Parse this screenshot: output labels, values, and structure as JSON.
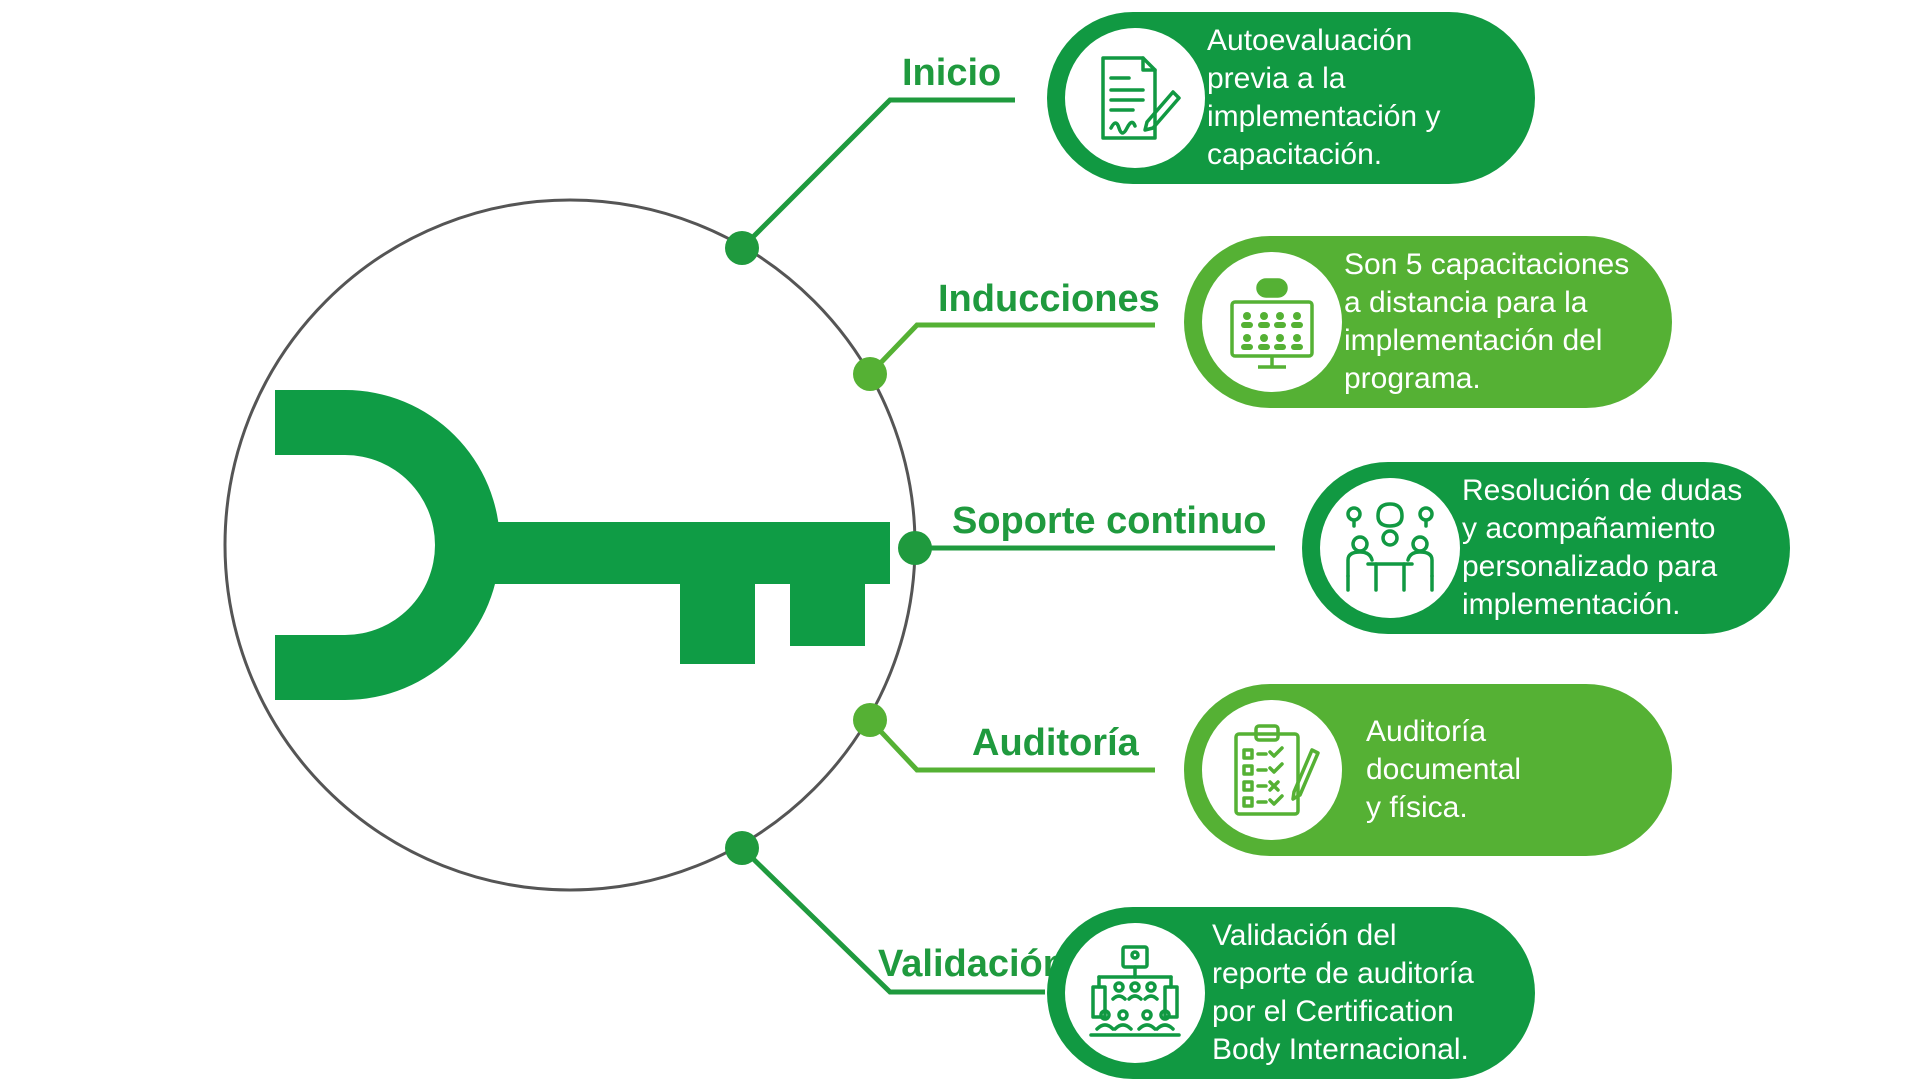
{
  "colors": {
    "dark_green": "#119942",
    "light_green": "#55b134",
    "key_green": "#0f9c45",
    "circle_stroke": "#555555"
  },
  "diagram": {
    "steps": [
      {
        "label": "Inicio",
        "description": "Autoevaluación\nprevia a la\nimplementación y\ncapacitación.",
        "icon": "document-signature-icon"
      },
      {
        "label": "Inducciones",
        "description": "Son 5 capacitaciones\na distancia para la\nimplementación del\nprograma.",
        "icon": "video-conference-icon"
      },
      {
        "label": "Soporte continuo",
        "description": "Resolución de dudas\ny acompañamiento\npersonalizado para\nimplementación.",
        "icon": "team-meeting-icon"
      },
      {
        "label": "Auditoría",
        "description": "Auditoría\ndocumental\ny física.",
        "icon": "checklist-clipboard-icon"
      },
      {
        "label": "Validación",
        "description": "Validación del\nreporte de auditoría\npor el Certification\nBody Internacional.",
        "icon": "organization-chart-icon"
      }
    ]
  }
}
